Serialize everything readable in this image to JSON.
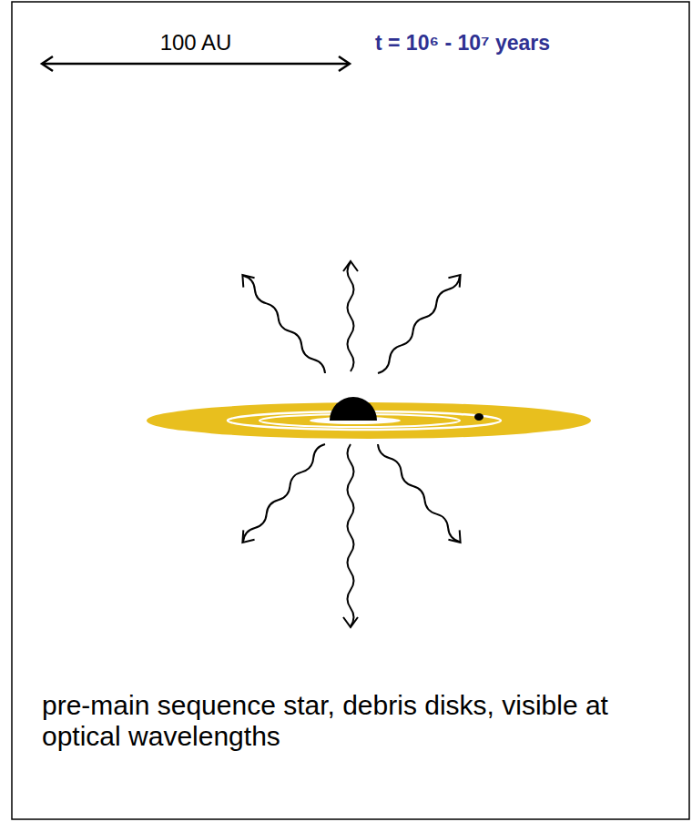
{
  "diagram": {
    "caption": "pre-main sequence star, debris disks, visible at optical wavelengths",
    "labels": [
      "100 AU",
      "t = 10⁶ - 10⁷ years"
    ]
  }
}
